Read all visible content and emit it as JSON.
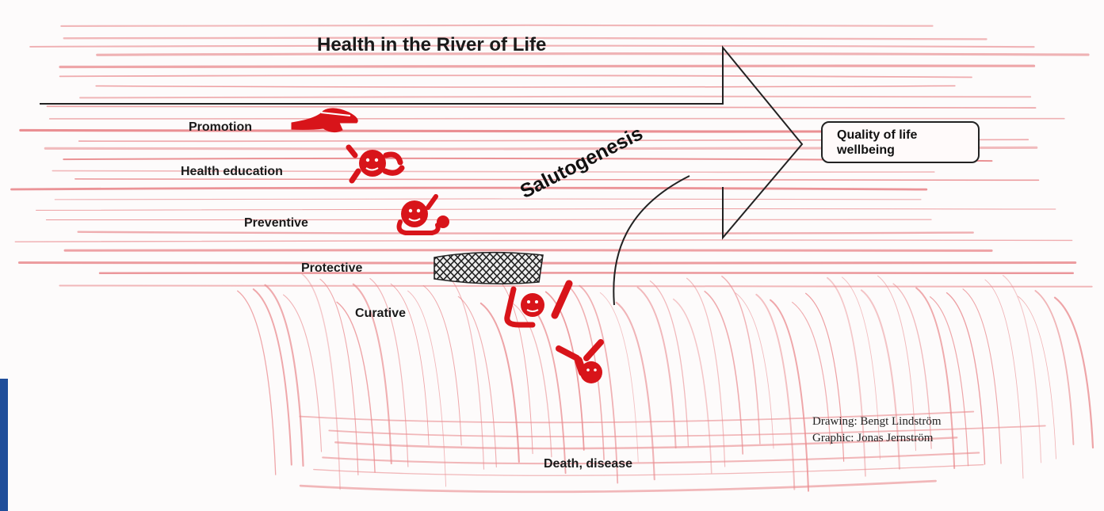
{
  "title": "Health in the River of Life",
  "stages": [
    {
      "id": "promotion",
      "label": "Promotion"
    },
    {
      "id": "health-education",
      "label": "Health education"
    },
    {
      "id": "preventive",
      "label": "Preventive"
    },
    {
      "id": "protective",
      "label": "Protective"
    },
    {
      "id": "curative",
      "label": "Curative"
    }
  ],
  "salutogenesis": "Salutogenesis",
  "outcome": {
    "line1": "Quality of life",
    "line2": "wellbeing"
  },
  "bottom_label": "Death, disease",
  "credits": {
    "drawing": "Drawing: Bengt Lindström",
    "graphic": "Graphic: Jonas Jernström"
  },
  "colors": {
    "river": "#e8868a",
    "figure": "#d8141a",
    "ink": "#111111",
    "corner_accent": "#1f4e9a"
  }
}
